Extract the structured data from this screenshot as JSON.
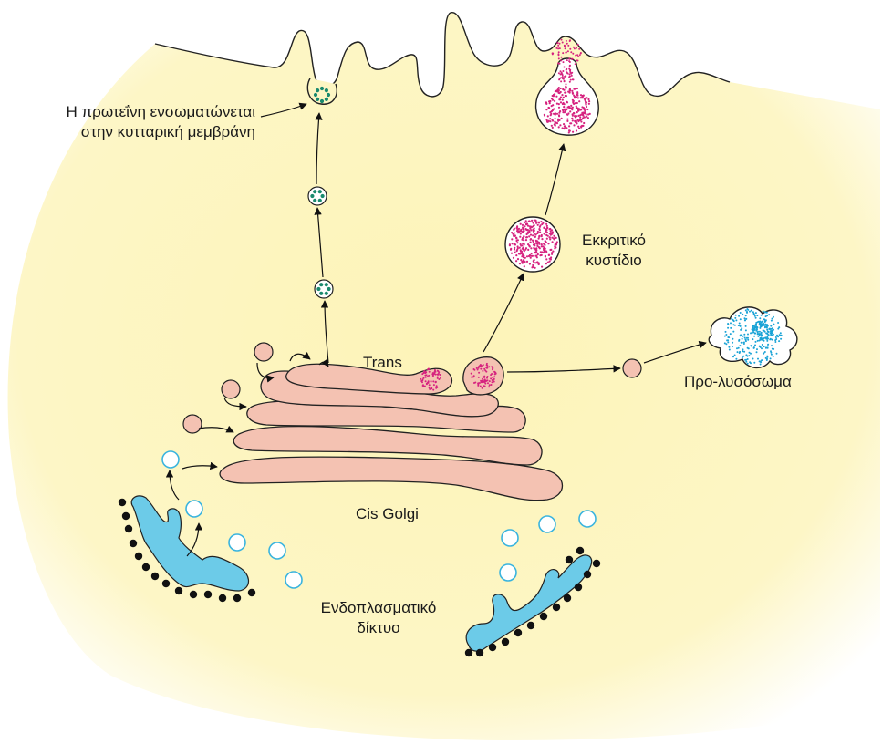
{
  "labels": {
    "membrane_line1": "Η πρωτεΐνη ενσωματώνεται",
    "membrane_line2": "στην κυτταρική μεμβράνη",
    "secretory_line1": "Εκκριτικό",
    "secretory_line2": "κυστίδιο",
    "trans": "Trans",
    "prolysosome": "Προ-λυσόσωμα",
    "cis_golgi": "Cis Golgi",
    "er_line1": "Ενδοπλασματικό",
    "er_line2": "δίκτυο"
  },
  "colors": {
    "cytoplasm": "#fdf6c3",
    "golgi": "#f4c2b2",
    "er": "#6ccbe8",
    "membrane_vesicle_dots": "#1a8a6e",
    "secretory_dots": "#d6237f",
    "lysosome_dots": "#1aa3d6",
    "ribosome": "#111111"
  }
}
